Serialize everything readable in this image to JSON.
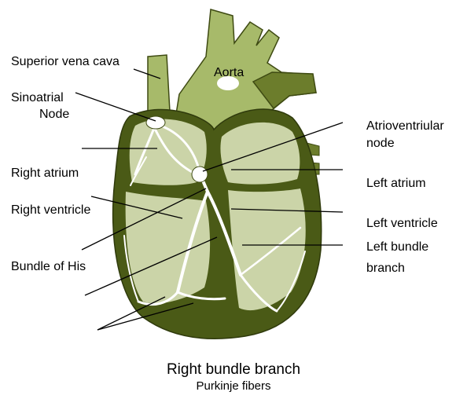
{
  "labels": {
    "superior_vena_cava": "Superior vena cava",
    "aorta": "Aorta",
    "sinoatrial_line1": "Sinoatrial",
    "sinoatrial_line2": "Node",
    "right_atrium": "Right atrium",
    "right_ventricle": "Right ventricle",
    "bundle_of_his": "Bundle of His",
    "atrioventricular_line1": "Atrioventriular",
    "atrioventricular_line2": "node",
    "left_atrium": "Left atrium",
    "left_ventricle": "Left ventricle",
    "left_bundle_line1": "Left bundle",
    "left_bundle_line2": "branch"
  },
  "captions": {
    "right_bundle_branch": "Right bundle branch",
    "purkinje_fibers": "Purkinje fibers"
  },
  "colors": {
    "wall": "#4a5a16",
    "vessel": "#a7ba6a",
    "chamber": "#cbd4a8",
    "conduction": "#ffffff",
    "line": "#000000"
  }
}
